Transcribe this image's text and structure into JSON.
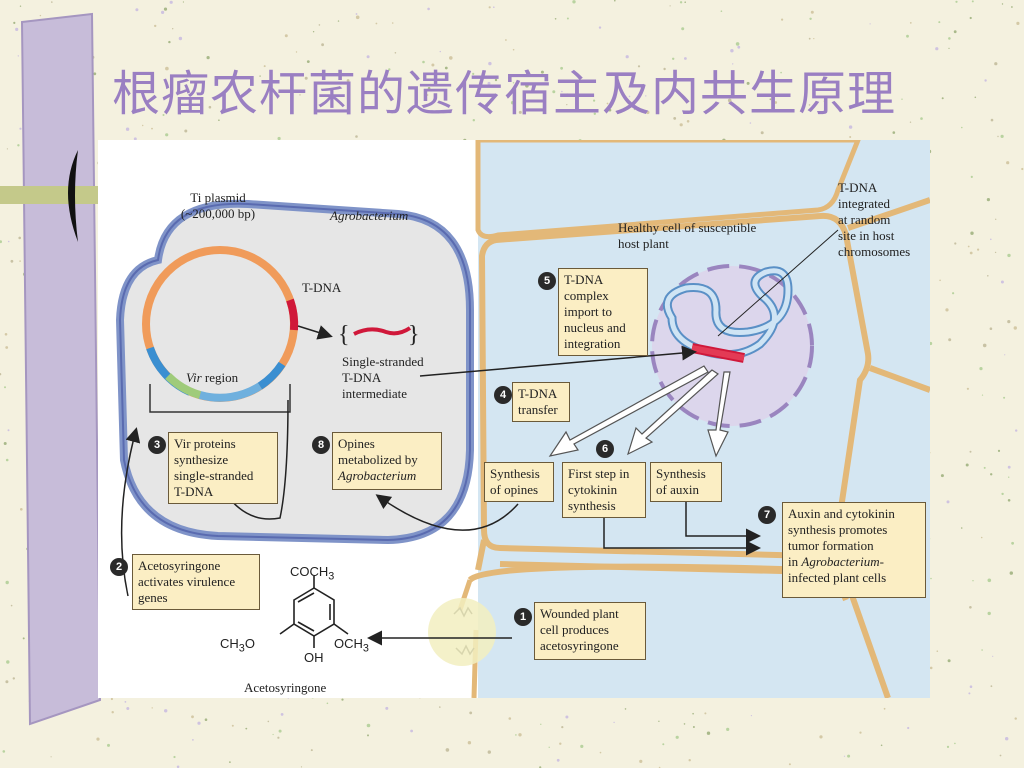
{
  "title": "根瘤农杆菌的遗传宿主及内共生原理",
  "colors": {
    "title": "#9a7fc2",
    "cell_fill": "#d4e6f2",
    "cell_wall": "#e3b878",
    "bacterium_fill": "#e6e6e6",
    "bacterium_membrane": "#7f93c8",
    "tdna": "#d0183a",
    "label_box": "#fbeec4",
    "stem": "#c7bcd9"
  },
  "diagram": {
    "ti_plasmid": "Ti plasmid",
    "ti_plasmid_size": "(~200,000 bp)",
    "agrobacterium": "Agrobacterium",
    "tdna": "T-DNA",
    "vir_region_italic": "Vir",
    "vir_region_rest": " region",
    "single_stranded_line1": "Single-stranded",
    "single_stranded_line2": "T-DNA",
    "single_stranded_line3": "intermediate",
    "healthy_cell_line1": "Healthy cell of susceptible",
    "healthy_cell_line2": "host plant",
    "tdna_integrated_line1": "T-DNA",
    "tdna_integrated_line2": "integrated",
    "tdna_integrated_line3": "at random",
    "tdna_integrated_line4": "site in host",
    "tdna_integrated_line5": "chromosomes",
    "chem_top": "COCH",
    "chem_top_sub": "3",
    "chem_left": "CH",
    "chem_left_sub": "3",
    "chem_left_o": "O",
    "chem_right": "OCH",
    "chem_right_sub": "3",
    "chem_bottom": "OH",
    "chem_name": "Acetosyringone"
  },
  "steps": [
    {
      "num": "1",
      "lines": [
        "Wounded plant",
        "cell produces",
        "acetosyringone"
      ]
    },
    {
      "num": "2",
      "lines": [
        "Acetosyringone",
        "activates virulence",
        "genes"
      ]
    },
    {
      "num": "3",
      "lines": [
        "Vir proteins",
        "synthesize",
        "single-stranded",
        "T-DNA"
      ]
    },
    {
      "num": "4",
      "lines": [
        "T-DNA",
        "transfer"
      ]
    },
    {
      "num": "5",
      "lines": [
        "T-DNA",
        "complex",
        "import to",
        "nucleus and",
        "integration"
      ]
    },
    {
      "num": "6",
      "lines": [
        "First step in",
        "cytokinin",
        "synthesis"
      ]
    },
    {
      "num": "7",
      "lines": [
        "Auxin and cytokinin",
        "synthesis promotes",
        "tumor formation",
        "infected plant cells"
      ],
      "italic_prefix": "in ",
      "italic": "Agrobacterium-"
    },
    {
      "num": "8",
      "lines": [
        "Opines",
        "metabolized by",
        "Agrobacterium"
      ]
    }
  ],
  "boxes": {
    "synthesis_opines": [
      "Synthesis",
      "of opines"
    ],
    "synthesis_auxin": [
      "Synthesis",
      "of auxin"
    ]
  }
}
